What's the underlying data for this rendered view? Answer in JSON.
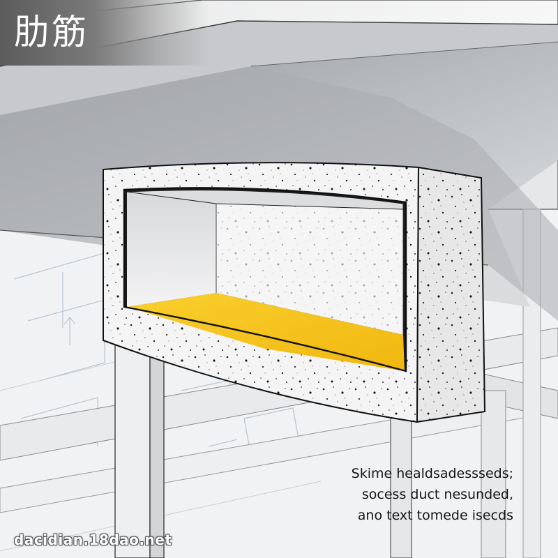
{
  "title": "肋筋",
  "caption": {
    "lines": [
      "Skime healdsadessseds;",
      "socess duct nesunded,",
      "ano text tomede isecds"
    ]
  },
  "watermark": "dacidian.18dao.net",
  "colors": {
    "duct_floor": "#f6c21f",
    "concrete": "#f2f2f2",
    "beam_shadow": "#9fa3a8",
    "blueprint_lines": "#b7c3d0",
    "outline": "#1a1a1a"
  }
}
